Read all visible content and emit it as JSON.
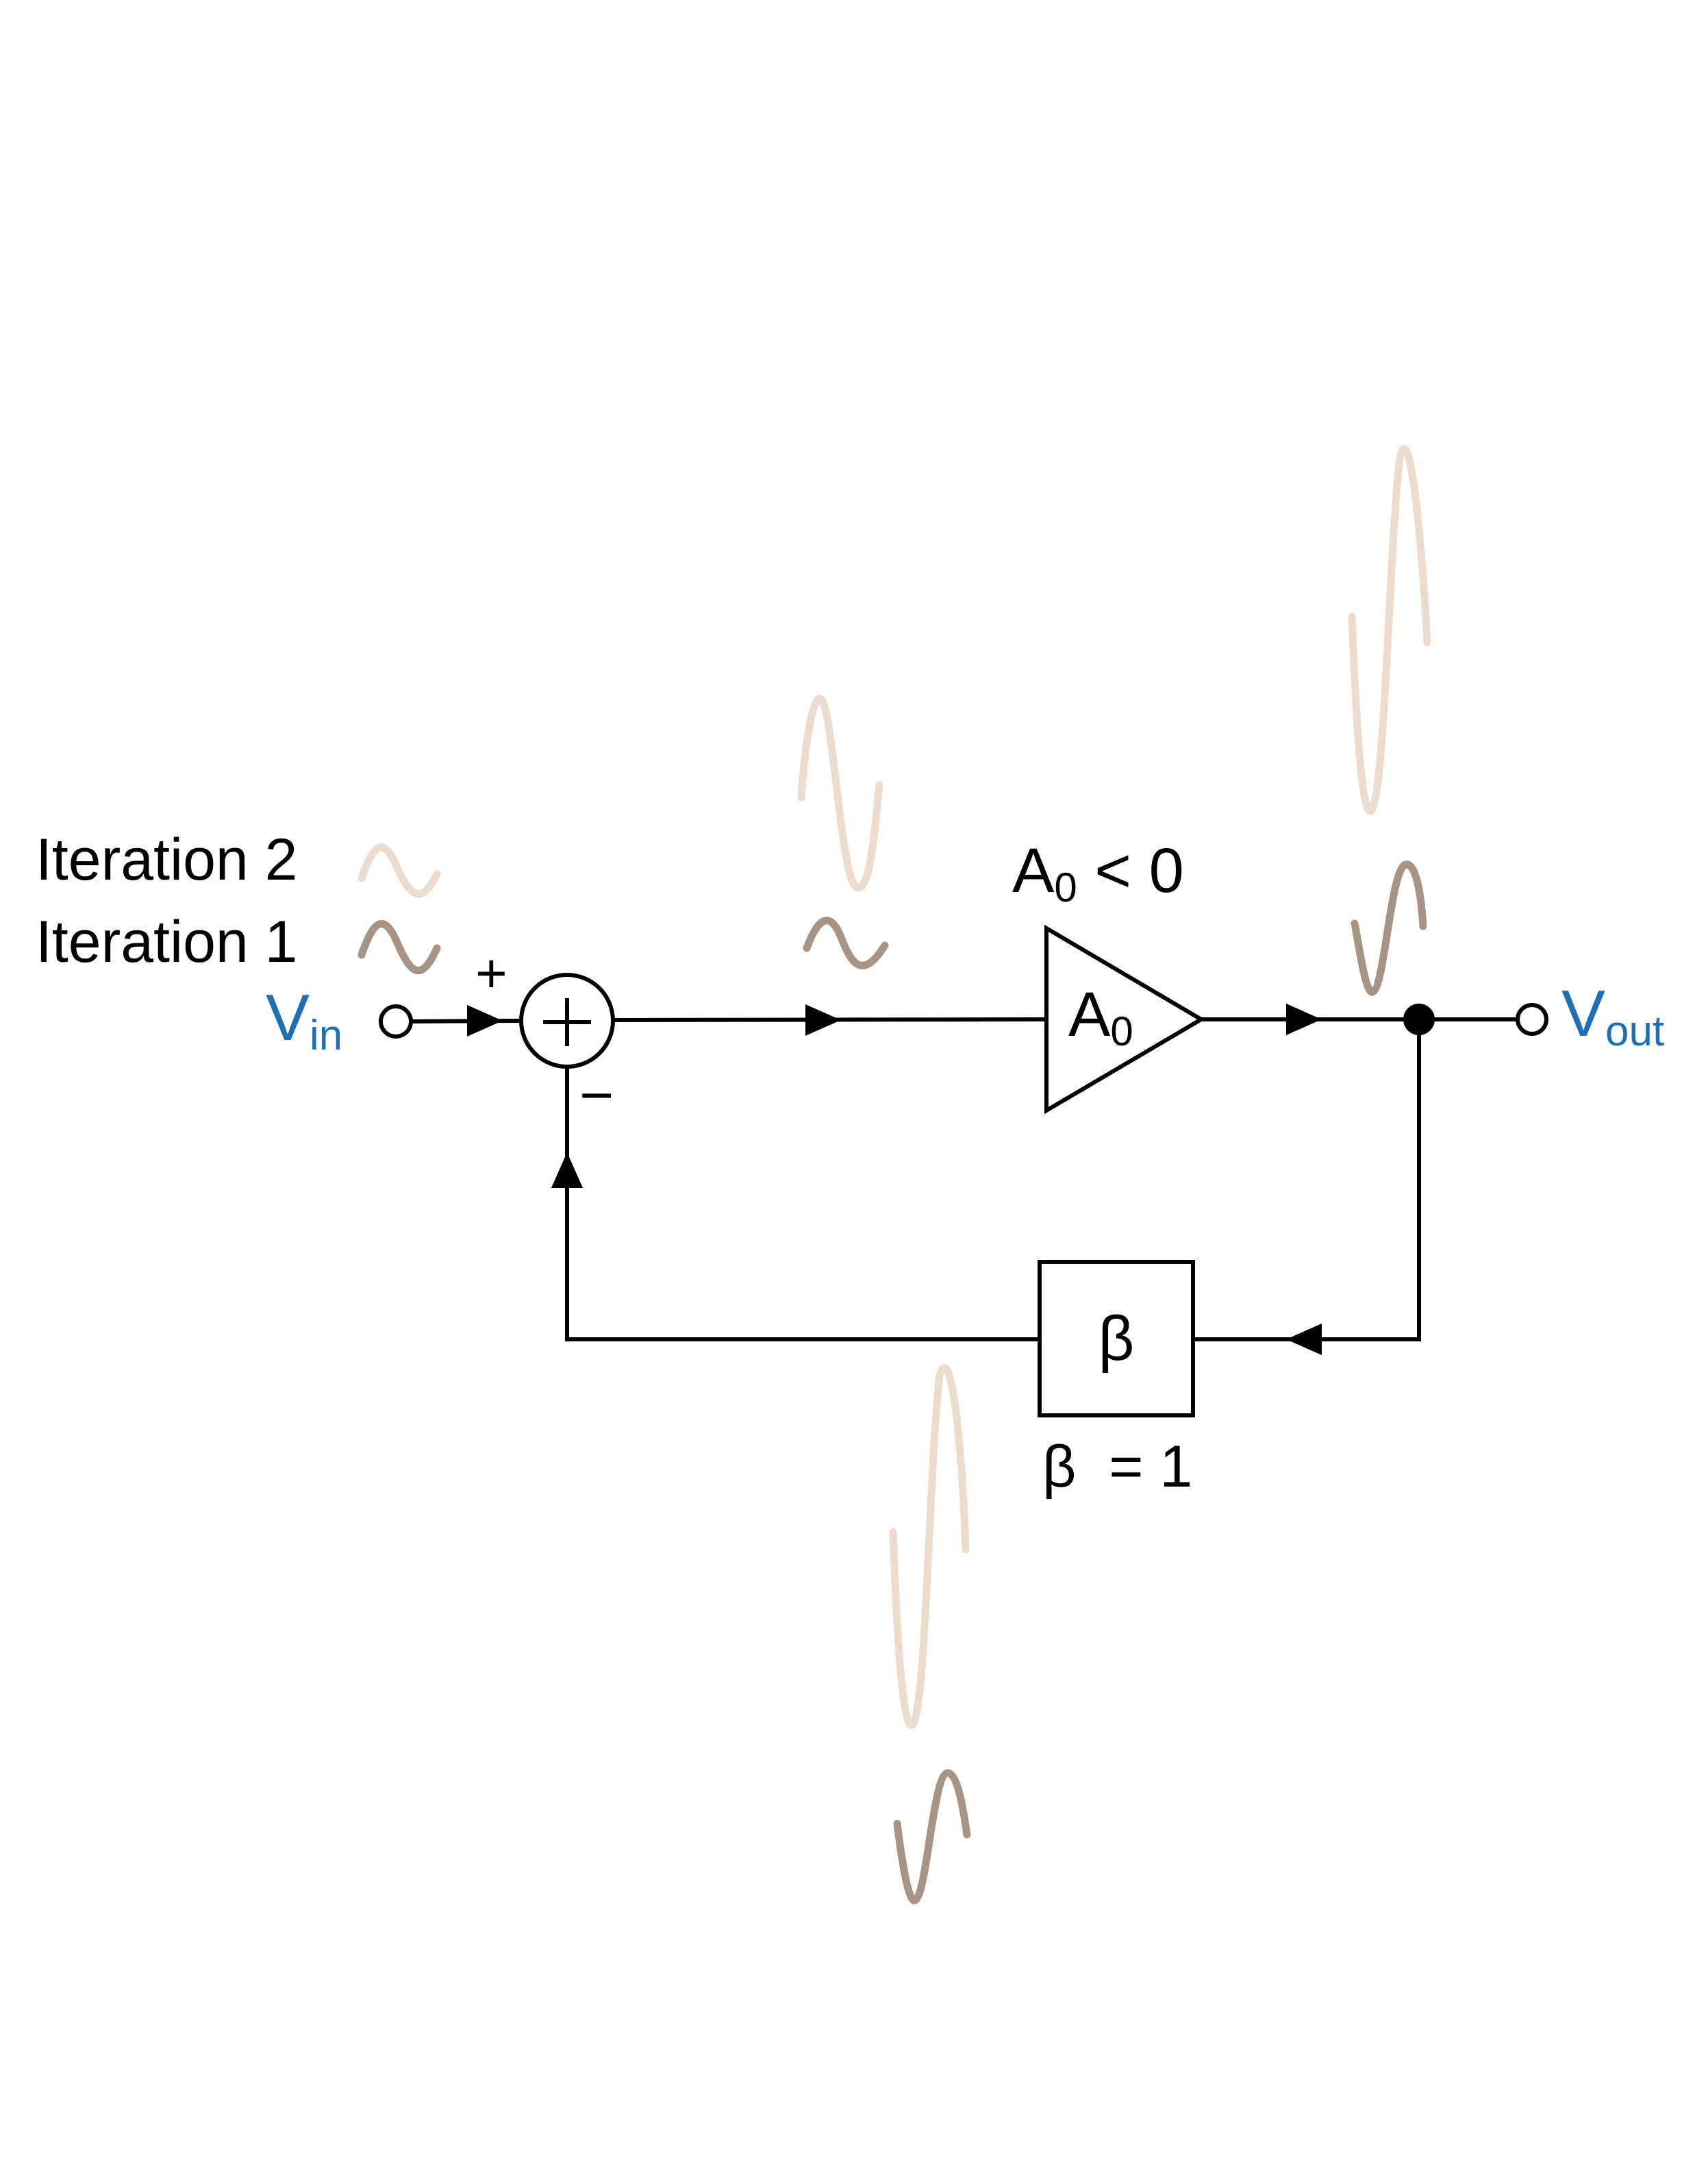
{
  "legend": {
    "iteration2_label": "Iteration 2",
    "iteration1_label": "Iteration 1"
  },
  "colors": {
    "iteration2": "#ecdccd",
    "iteration1": "#a89485",
    "port_label": "#1f6fb5",
    "wire": "#000000"
  },
  "input": {
    "symbol": "V",
    "subscript": "in"
  },
  "output": {
    "symbol": "V",
    "subscript": "out"
  },
  "summer": {
    "plus_sign": "+",
    "minus_sign": "−",
    "center_sign": "+"
  },
  "amplifier": {
    "symbol": "A",
    "subscript": "0",
    "condition_symbol": "A",
    "condition_subscript": "0",
    "condition_rest": " < 0"
  },
  "feedback": {
    "symbol": "β",
    "condition": "β  = 1"
  }
}
